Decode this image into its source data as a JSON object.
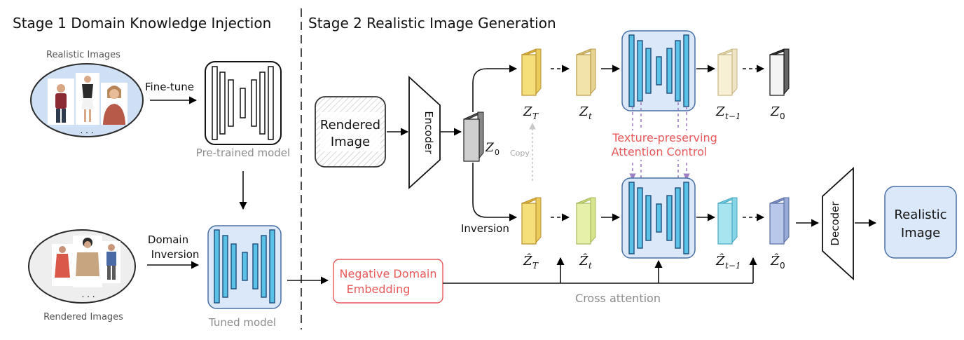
{
  "stage1": {
    "title": "Stage 1 Domain Knowledge Injection",
    "realistic_images_label": "Realistic Images",
    "rendered_images_label": "Rendered Images",
    "fine_tune_label": "Fine-tune",
    "domain_inversion_line1": "Domain",
    "domain_inversion_line2": "Inversion",
    "pretrained_label": "Pre-trained model",
    "tuned_label": "Tuned model",
    "ellipsis": ". . ."
  },
  "stage2": {
    "title": "Stage 2 Realistic Image Generation",
    "rendered_line1": "Rendered",
    "rendered_line2": "Image",
    "encoder_label": "Encoder",
    "decoder_label": "Decoder",
    "z0_main": "Z",
    "z0_sub": "0",
    "copy_label": "Copy",
    "inversion_label": "Inversion",
    "top_latents": [
      {
        "main": "Z",
        "sub": "T"
      },
      {
        "main": "Z",
        "sub": "t"
      },
      {
        "main": "Z",
        "sub": "t−1"
      },
      {
        "main": "Z",
        "sub": "0"
      }
    ],
    "bottom_latents": [
      {
        "main": "Ẑ",
        "sub": "T"
      },
      {
        "main": "Ẑ",
        "sub": "t"
      },
      {
        "main": "Ẑ",
        "sub": "t−1"
      },
      {
        "main": "Ẑ",
        "sub": "0"
      }
    ],
    "texture_line1": "Texture-preserving",
    "texture_line2": "Attention Control",
    "negative_line1": "Negative Domain",
    "negative_line2": "Embedding",
    "cross_attention": "Cross attention",
    "realistic_line1": "Realistic",
    "realistic_line2": "Image"
  },
  "colors": {
    "texture_text": "#e8595a",
    "negative_text": "#e8595a",
    "gray_text": "#8c8c8c",
    "unet_fill": "#dbe8fa",
    "bar_cyan": "#5bc2e7",
    "yellow_latent": "#f5df7a",
    "cream_latent": "#f2e3a8",
    "green_latent": "#e6f0a8",
    "cyan_latent": "#a6e4f0",
    "blue_latent": "#b8c8ea",
    "purple_arrow": "#9f7fc4"
  }
}
